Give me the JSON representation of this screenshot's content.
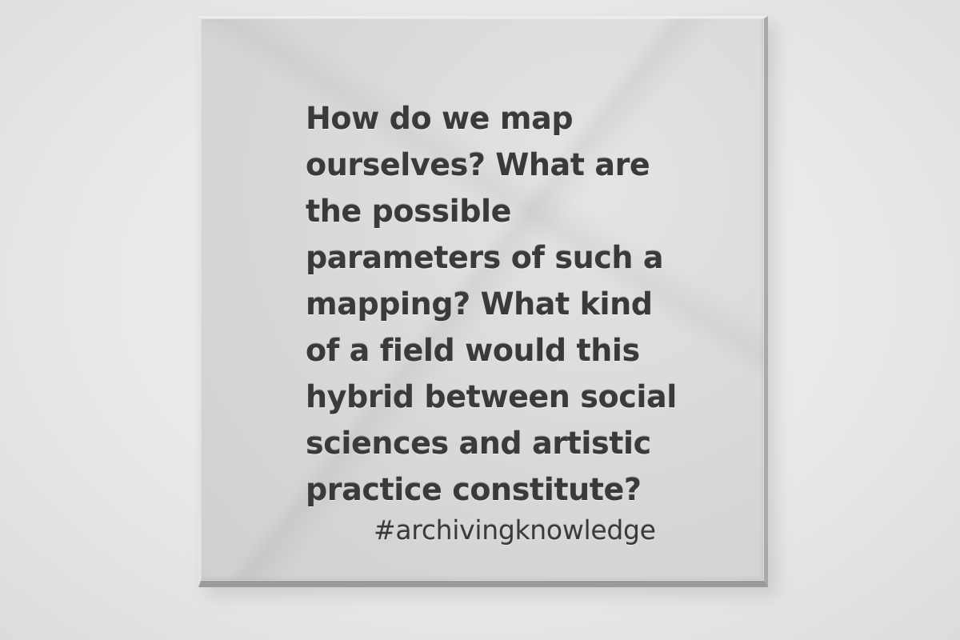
{
  "plaque": {
    "quote_lines": [
      "How do we map",
      "ourselves? What are",
      "the possible",
      "parameters of such a",
      "mapping? What kind",
      "of a field would this",
      "hybrid between social",
      "sciences and artistic",
      "practice constitute?"
    ],
    "hashtag": "#archivingknowledge"
  }
}
